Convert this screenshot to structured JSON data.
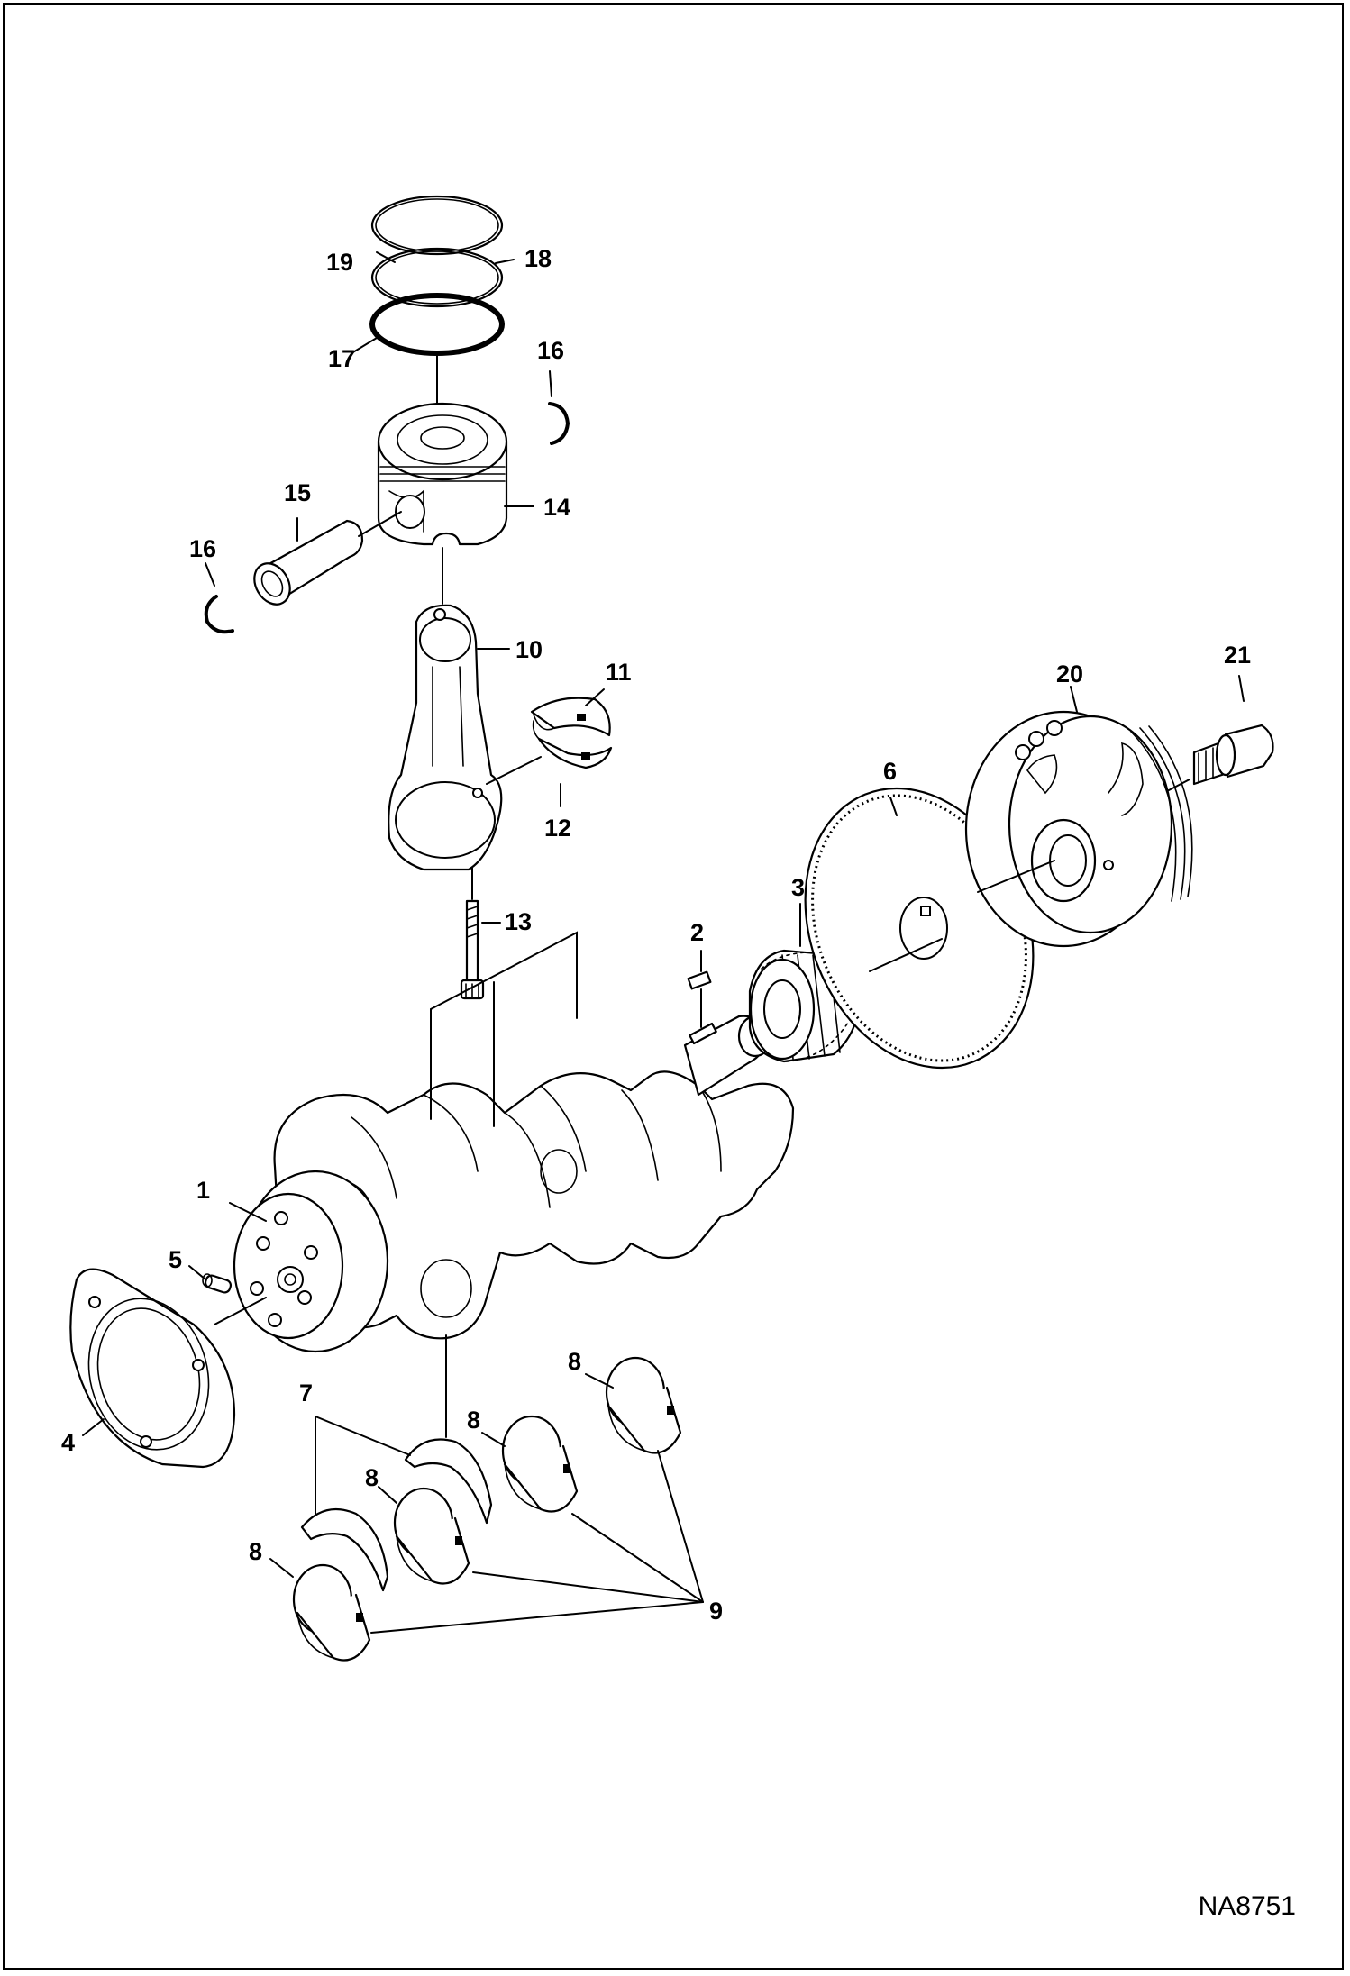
{
  "figure_id": "NA8751",
  "callouts": [
    {
      "key": "c1",
      "label": "1"
    },
    {
      "key": "c2",
      "label": "2"
    },
    {
      "key": "c3",
      "label": "3"
    },
    {
      "key": "c4",
      "label": "4"
    },
    {
      "key": "c5",
      "label": "5"
    },
    {
      "key": "c6",
      "label": "6"
    },
    {
      "key": "c7",
      "label": "7"
    },
    {
      "key": "c8a",
      "label": "8"
    },
    {
      "key": "c8b",
      "label": "8"
    },
    {
      "key": "c8c",
      "label": "8"
    },
    {
      "key": "c8d",
      "label": "8"
    },
    {
      "key": "c9",
      "label": "9"
    },
    {
      "key": "c10",
      "label": "10"
    },
    {
      "key": "c11",
      "label": "11"
    },
    {
      "key": "c12",
      "label": "12"
    },
    {
      "key": "c13",
      "label": "13"
    },
    {
      "key": "c14",
      "label": "14"
    },
    {
      "key": "c15",
      "label": "15"
    },
    {
      "key": "c16a",
      "label": "16"
    },
    {
      "key": "c16b",
      "label": "16"
    },
    {
      "key": "c17",
      "label": "17"
    },
    {
      "key": "c18",
      "label": "18"
    },
    {
      "key": "c19",
      "label": "19"
    },
    {
      "key": "c20",
      "label": "20"
    },
    {
      "key": "c21",
      "label": "21"
    }
  ]
}
